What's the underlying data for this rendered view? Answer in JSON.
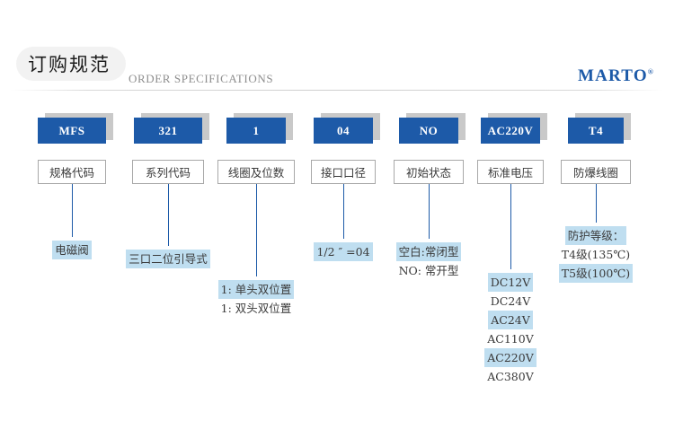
{
  "header": {
    "title_cn": "订购规范",
    "title_en": "ORDER SPECIFICATIONS",
    "brand": "MARTO",
    "brand_mark": "®"
  },
  "colors": {
    "chip_blue": "#1d5aa8",
    "chip_shadow": "#c9c9c9",
    "highlight": "#bfdef0",
    "connector": "#1d5aa8",
    "label_border": "#a8a8a8",
    "title_en": "#8e8e8e"
  },
  "columns": [
    {
      "code": "MFS",
      "label": "规格代码",
      "details": [
        {
          "text": "电磁阀",
          "highlighted": true
        }
      ]
    },
    {
      "code": "321",
      "label": "系列代码",
      "details": [
        {
          "text": "三口二位引导式",
          "highlighted": true
        }
      ]
    },
    {
      "code": "1",
      "label": "线圈及位数",
      "details": [
        {
          "text": "1: 单头双位置",
          "highlighted": true
        },
        {
          "text": "1: 双头双位置",
          "highlighted": false
        }
      ]
    },
    {
      "code": "04",
      "label": "接口口径",
      "details": [
        {
          "text": "1/2 ″ =04",
          "highlighted": true
        }
      ]
    },
    {
      "code": "NO",
      "label": "初始状态",
      "details": [
        {
          "text": "空白:常闭型",
          "highlighted": true
        },
        {
          "text": "NO: 常开型",
          "highlighted": false
        }
      ]
    },
    {
      "code": "AC220V",
      "label": "标准电压",
      "details": [
        {
          "text": "DC12V",
          "highlighted": true
        },
        {
          "text": "DC24V",
          "highlighted": false
        },
        {
          "text": "AC24V",
          "highlighted": true
        },
        {
          "text": "AC110V",
          "highlighted": false
        },
        {
          "text": "AC220V",
          "highlighted": true
        },
        {
          "text": "AC380V",
          "highlighted": false
        }
      ]
    },
    {
      "code": "T4",
      "label": "防爆线圈",
      "details": [
        {
          "text": "防护等级：",
          "highlighted": true
        },
        {
          "text": "T4级(135℃)",
          "highlighted": false
        },
        {
          "text": "T5级(100℃)",
          "highlighted": true
        }
      ]
    }
  ]
}
